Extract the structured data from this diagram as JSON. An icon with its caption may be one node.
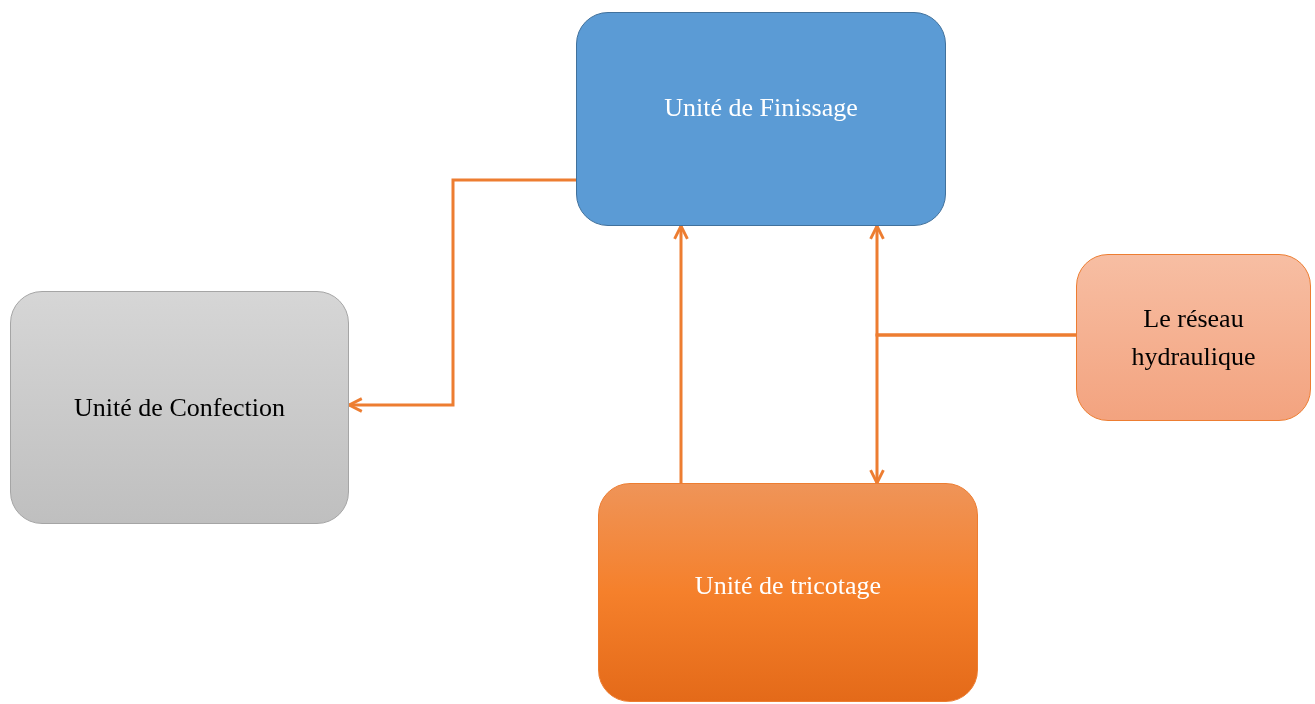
{
  "diagram": {
    "nodes": [
      {
        "text": [
          "Unité de Finissage"
        ]
      },
      {
        "text": [
          "Unité de Confection"
        ]
      },
      {
        "text": [
          "Le réseau hydraulique"
        ]
      },
      {
        "text": [
          "Unité de tricotage"
        ]
      }
    ],
    "edges": [
      {
        "from": 0,
        "to": 1,
        "arrow": "to"
      },
      {
        "from": 3,
        "to": 0,
        "arrow": "to"
      },
      {
        "from": 2,
        "to": 0,
        "arrow": "to"
      },
      {
        "from": 2,
        "to": 3,
        "arrow": "to"
      }
    ]
  }
}
